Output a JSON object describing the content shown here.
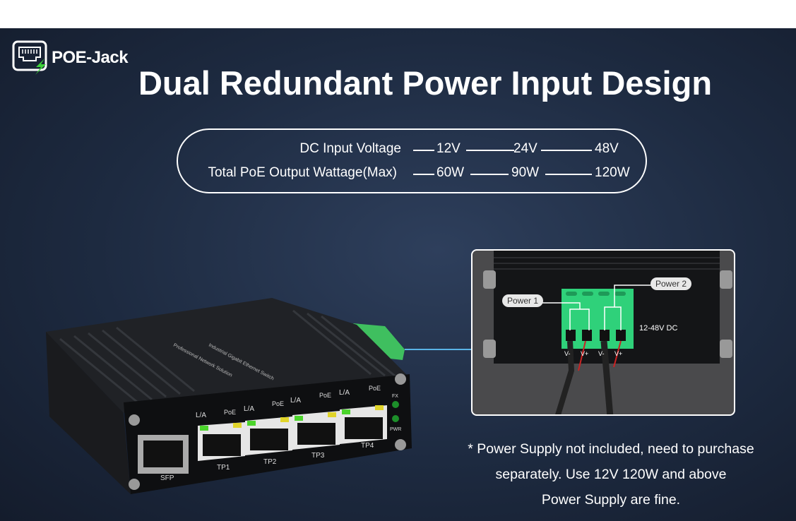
{
  "brand": {
    "name": "POE-Jack",
    "accent": "#3fd13a"
  },
  "title": "Dual Redundant Power Input Design",
  "spec": {
    "rows": [
      {
        "label": "DC Input Voltage",
        "values": [
          "12V",
          "24V",
          "48V"
        ]
      },
      {
        "label": "Total PoE Output Wattage(Max)",
        "values": [
          "60W",
          "90W",
          "120W"
        ]
      }
    ]
  },
  "device": {
    "top_labels": [
      "Industrial Gigabit Ethernet Switch",
      "Professional Network Solution"
    ],
    "ports": [
      {
        "name": "TP1",
        "led1": "L/A",
        "led2": "PoE"
      },
      {
        "name": "TP2",
        "led1": "L/A",
        "led2": "PoE"
      },
      {
        "name": "TP3",
        "led1": "L/A",
        "led2": "PoE"
      },
      {
        "name": "TP4",
        "led1": "L/A",
        "led2": "PoE"
      }
    ],
    "sfp_label": "SFP",
    "status_leds": [
      "FX",
      "PWR"
    ]
  },
  "callout": {
    "power1": "Power 1",
    "power2": "Power 2",
    "voltage": "12-48V DC",
    "pins": [
      "V-",
      "V+",
      "V-",
      "V+"
    ]
  },
  "note": {
    "lines": [
      "* Power Supply not included, need to purchase",
      "separately. Use 12V 120W and above",
      "Power Supply are fine."
    ]
  }
}
